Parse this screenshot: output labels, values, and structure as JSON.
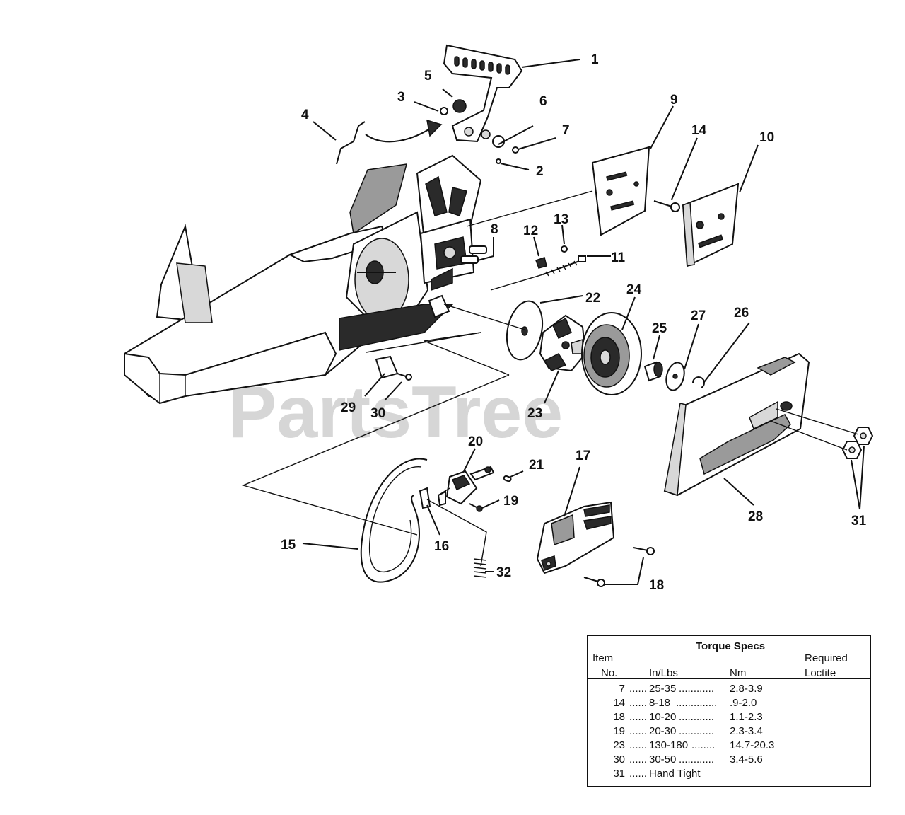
{
  "watermark": "PartsTree",
  "callouts": [
    {
      "id": "1",
      "label": "1"
    },
    {
      "id": "2",
      "label": "2"
    },
    {
      "id": "3",
      "label": "3"
    },
    {
      "id": "4",
      "label": "4"
    },
    {
      "id": "5",
      "label": "5"
    },
    {
      "id": "6",
      "label": "6"
    },
    {
      "id": "7",
      "label": "7"
    },
    {
      "id": "8",
      "label": "8"
    },
    {
      "id": "9",
      "label": "9"
    },
    {
      "id": "10",
      "label": "10"
    },
    {
      "id": "11",
      "label": "11"
    },
    {
      "id": "12",
      "label": "12"
    },
    {
      "id": "13",
      "label": "13"
    },
    {
      "id": "14",
      "label": "14"
    },
    {
      "id": "15",
      "label": "15"
    },
    {
      "id": "16",
      "label": "16"
    },
    {
      "id": "17",
      "label": "17"
    },
    {
      "id": "18",
      "label": "18"
    },
    {
      "id": "19",
      "label": "19"
    },
    {
      "id": "20",
      "label": "20"
    },
    {
      "id": "21",
      "label": "21"
    },
    {
      "id": "22",
      "label": "22"
    },
    {
      "id": "23",
      "label": "23"
    },
    {
      "id": "24",
      "label": "24"
    },
    {
      "id": "25",
      "label": "25"
    },
    {
      "id": "26",
      "label": "26"
    },
    {
      "id": "27",
      "label": "27"
    },
    {
      "id": "28",
      "label": "28"
    },
    {
      "id": "29",
      "label": "29"
    },
    {
      "id": "30",
      "label": "30"
    },
    {
      "id": "31",
      "label": "31"
    },
    {
      "id": "32",
      "label": "32"
    }
  ],
  "torque_table": {
    "title": "Torque Specs",
    "col_item_line1": "Item",
    "col_item_line2": "No.",
    "col_inlbs": "In/Lbs",
    "col_nm": "Nm",
    "col_required_line1": "Required",
    "col_required_line2": "Loctite",
    "rows": [
      {
        "item": "7",
        "dots1": "......",
        "inlbs": "25-35",
        "dots2": "............",
        "nm": "2.8-3.9"
      },
      {
        "item": "14",
        "dots1": "......",
        "inlbs": "8-18",
        "dots2": "..............",
        "nm": ".9-2.0"
      },
      {
        "item": "18",
        "dots1": "......",
        "inlbs": "10-20",
        "dots2": "............",
        "nm": "1.1-2.3"
      },
      {
        "item": "19",
        "dots1": "......",
        "inlbs": "20-30",
        "dots2": "............",
        "nm": "2.3-3.4"
      },
      {
        "item": "23",
        "dots1": "......",
        "inlbs": "130-180",
        "dots2": "........",
        "nm": "14.7-20.3"
      },
      {
        "item": "30",
        "dots1": "......",
        "inlbs": "30-50",
        "dots2": "............",
        "nm": "3.4-5.6"
      },
      {
        "item": "31",
        "dots1": "......",
        "inlbs": "Hand Tight",
        "dots2": "",
        "nm": ""
      }
    ]
  }
}
